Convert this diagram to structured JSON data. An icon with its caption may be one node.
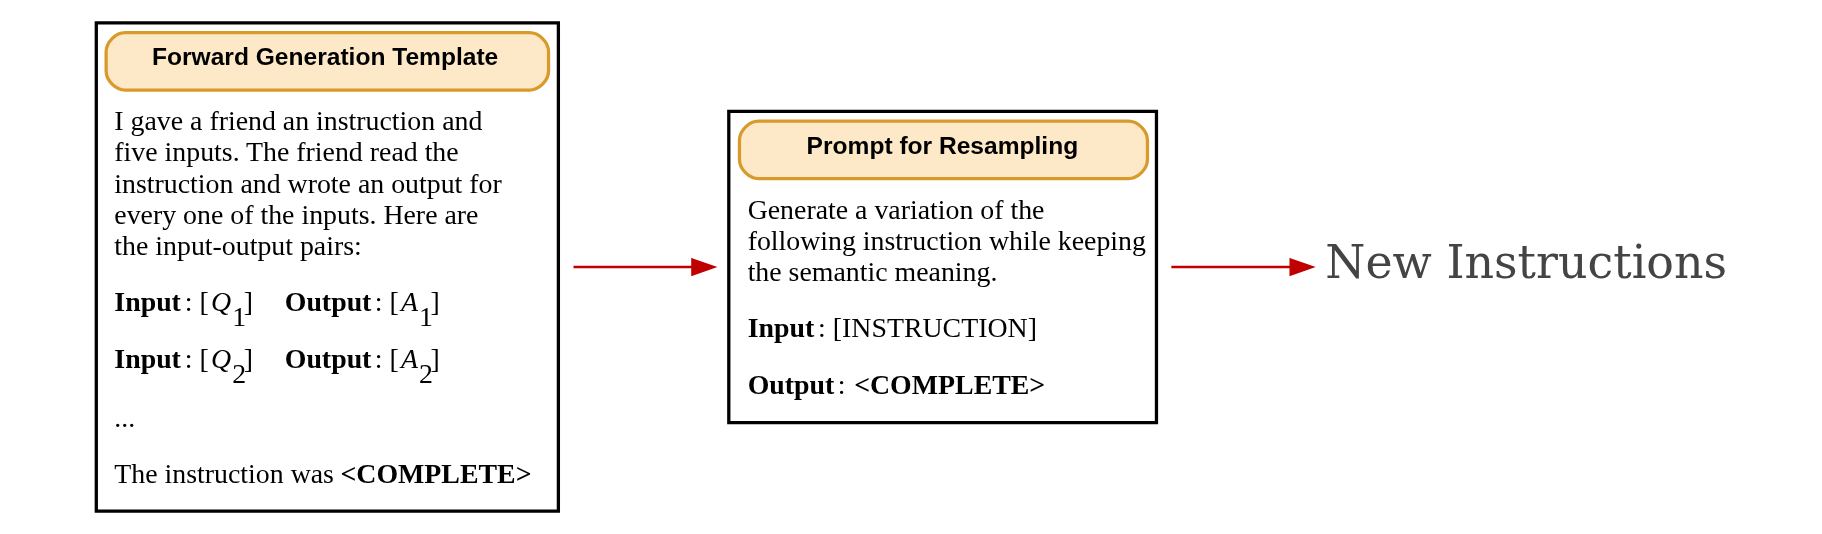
{
  "diagram": {
    "nodes": [
      {
        "text": [
          "Forward Generation Template",
          "I gave a friend an instruction and five inputs. The friend read the instruction and wrote an output for every one of the inputs. Here are the input-output pairs:",
          "**Input**: [*Q*$_{1}$]    **Output**: [*A*$_{1}$]",
          "**Input**: [*Q*$_{2}$]    **Output**: [*A*$_{2}$]",
          "...",
          "The instruction was **<COMPLETE>**"
        ]
      },
      {
        "text": [
          "Prompt for Resampling",
          "Generate a variation of the following instruction while keeping the semantic meaning.",
          "**Input**: [INSTRUCTION]",
          "**Output**: **<COMPLETE>**"
        ]
      },
      {
        "text": [
          "New Instructions"
        ]
      }
    ],
    "edges": [
      {
        "from": 0,
        "to": 1,
        "arrow": "to",
        "color": "#c00000"
      },
      {
        "from": 1,
        "to": 2,
        "arrow": "to",
        "color": "#c00000"
      }
    ]
  }
}
